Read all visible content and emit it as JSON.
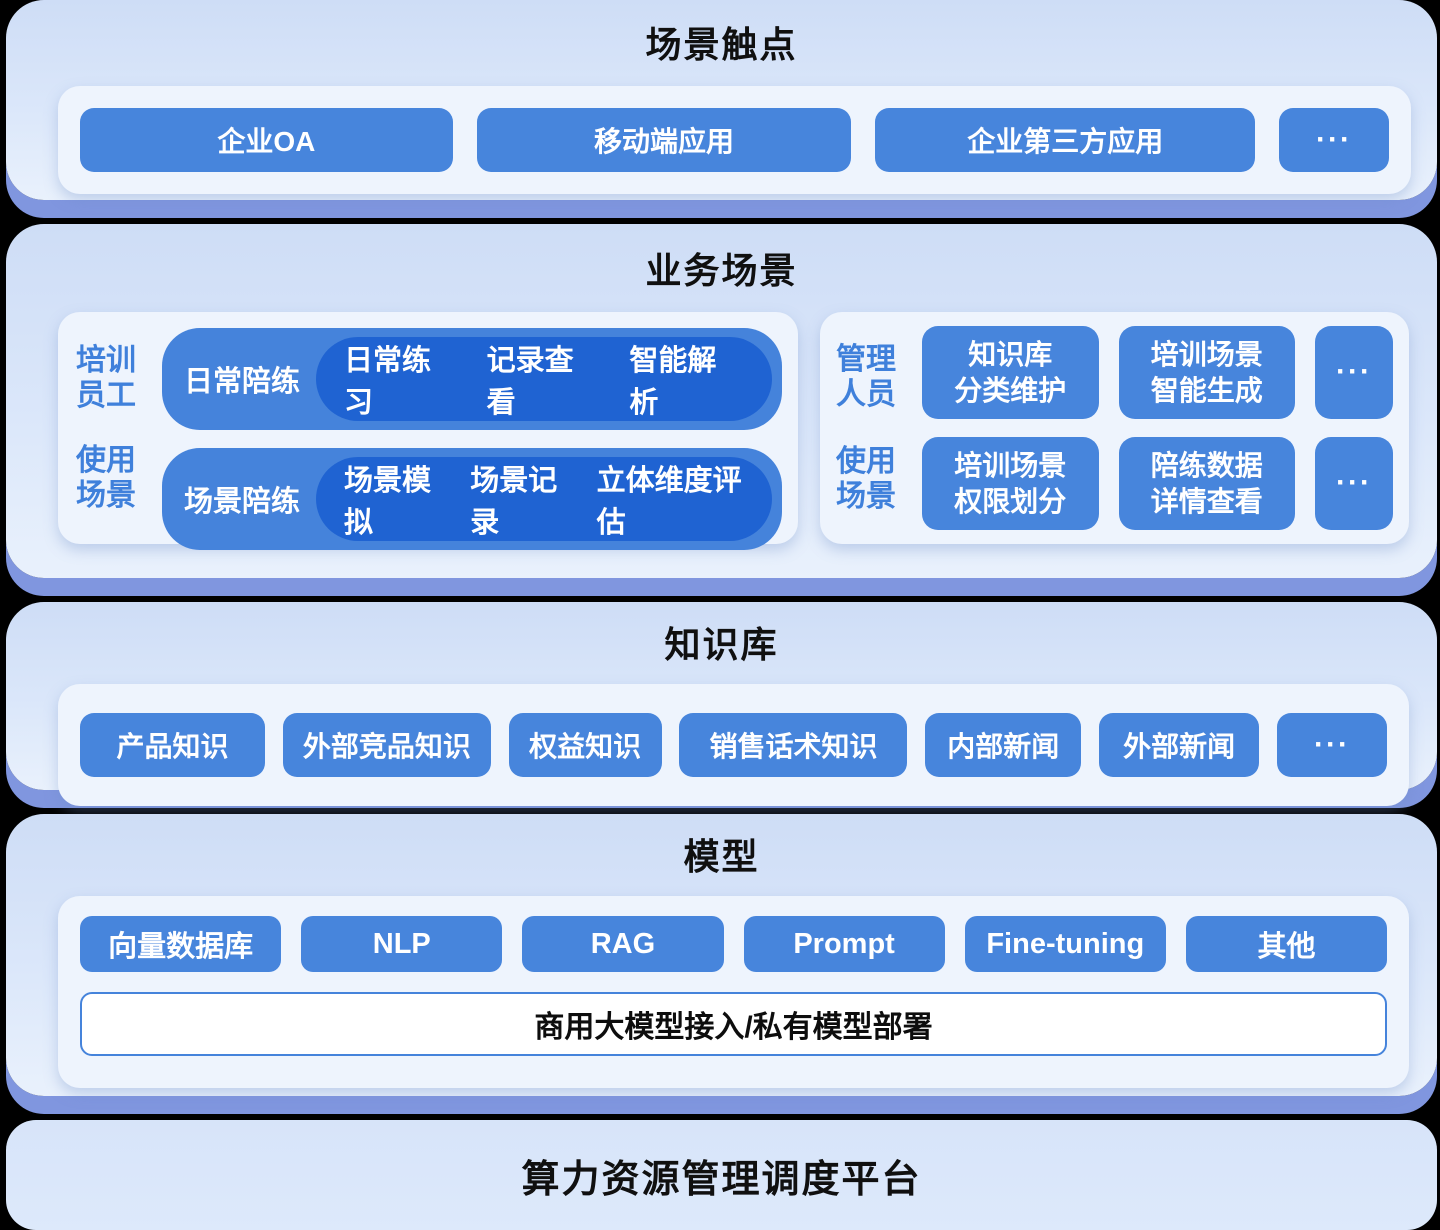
{
  "colors": {
    "background": "#000000",
    "band_fill_top": "#CEDDF6",
    "band_fill_bottom": "#E9F1FC",
    "band_shadow": "#8096DF",
    "panel_fill": "#EEF4FD",
    "button_blue": "#4785DC",
    "capsule_blue": "#1F63D2",
    "label_blue": "#3F80DB",
    "title_text": "#101010"
  },
  "touchpoints": {
    "title": "场景触点",
    "items": [
      "企业OA",
      "移动端应用",
      "企业第三方应用",
      "···"
    ]
  },
  "business": {
    "title": "业务场景",
    "left": {
      "label_groups": [
        [
          "培训",
          "员工"
        ],
        [
          "使用",
          "场景"
        ]
      ],
      "rows": [
        {
          "lead": "日常陪练",
          "items": [
            "日常练习",
            "记录查看",
            "智能解析"
          ]
        },
        {
          "lead": "场景陪练",
          "items": [
            "场景模拟",
            "场景记录",
            "立体维度评估"
          ]
        }
      ]
    },
    "right": {
      "label_groups": [
        [
          "管理",
          "人员"
        ],
        [
          "使用",
          "场景"
        ]
      ],
      "rows": [
        {
          "chips": [
            [
              "知识库",
              "分类维护"
            ],
            [
              "培训场景",
              "智能生成"
            ]
          ],
          "more": "···"
        },
        {
          "chips": [
            [
              "培训场景",
              "权限划分"
            ],
            [
              "陪练数据",
              "详情查看"
            ]
          ],
          "more": "···"
        }
      ]
    }
  },
  "knowledge": {
    "title": "知识库",
    "items": [
      "产品知识",
      "外部竞品知识",
      "权益知识",
      "销售话术知识",
      "内部新闻",
      "外部新闻",
      "···"
    ]
  },
  "model": {
    "title": "模型",
    "items": [
      "向量数据库",
      "NLP",
      "RAG",
      "Prompt",
      "Fine-tuning",
      "其他"
    ],
    "bar": "商用大模型接入/私有模型部署"
  },
  "platform": {
    "title": "算力资源管理调度平台"
  }
}
